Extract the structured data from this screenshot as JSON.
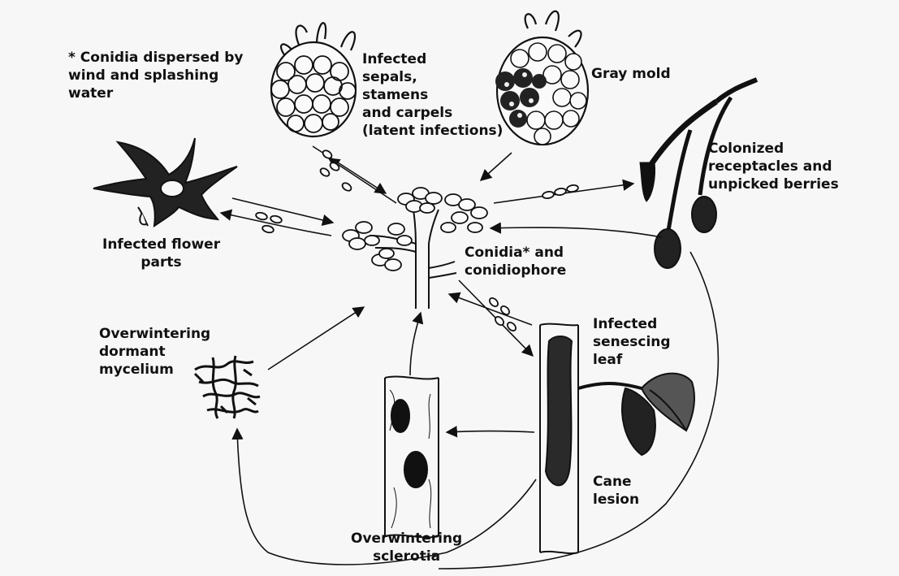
{
  "diagram": {
    "note": [
      "* Conidia dispersed by",
      "wind and splashing",
      "water"
    ],
    "infected_sepals": [
      "Infected",
      "sepals,",
      "stamens",
      "and carpels",
      "(latent infections)"
    ],
    "gray_mold": "Gray mold",
    "colonized": [
      "Colonized",
      "receptacles and",
      "unpicked berries"
    ],
    "infected_flower_parts": [
      "Infected flower",
      "parts"
    ],
    "conidia_conidiophore": [
      "Conidia* and",
      "conidiophore"
    ],
    "overwintering_mycelium": [
      "Overwintering",
      "dormant",
      "mycelium"
    ],
    "infected_senescing_leaf": [
      "Infected",
      "senescing",
      "leaf"
    ],
    "cane_lesion": [
      "Cane",
      "lesion"
    ],
    "overwintering_sclerotia": [
      "Overwintering",
      "sclerotia"
    ]
  },
  "colors": {
    "ink": "#111111",
    "background": "#f7f7f7"
  }
}
